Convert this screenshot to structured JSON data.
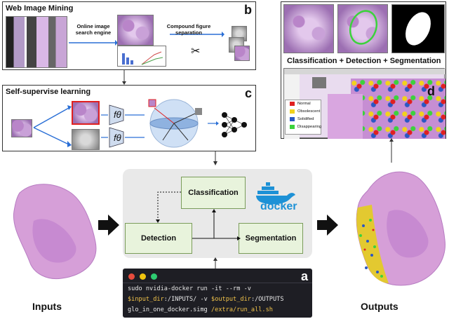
{
  "panel_b": {
    "title": "Web Image Mining",
    "tag": "b",
    "search_label": "Online image search engine",
    "separation_label": "Compound figure separation"
  },
  "panel_c": {
    "title": "Self-supervise learning",
    "tag": "c",
    "f_theta": "fθ"
  },
  "panel_d": {
    "caption": "Classification + Detection + Segmentation",
    "tag": "d",
    "legend": [
      {
        "label": "Normal",
        "color": "#e02020"
      },
      {
        "label": "Obsolescent",
        "color": "#f2d21c"
      },
      {
        "label": "Solidified",
        "color": "#2a58c4"
      },
      {
        "label": "Disappearing",
        "color": "#3cd23c"
      }
    ]
  },
  "pipeline": {
    "classification": "Classification",
    "detection": "Detection",
    "segmentation": "Segmentation",
    "docker_label": "docker"
  },
  "terminal": {
    "tag": "a",
    "line1": "sudo nvidia-docker run -it --rm -v",
    "line2_pre": "$input_dir",
    "line2_mid": ":/INPUTS/ -v ",
    "line2_var": "$output_dir",
    "line2_end": ":/OUTPUTS",
    "line3_pre": "glo_in_one_docker.simg ",
    "line3_hl": "/extra/run_all.sh"
  },
  "inputs_label": "Inputs",
  "outputs_label": "Outputs"
}
